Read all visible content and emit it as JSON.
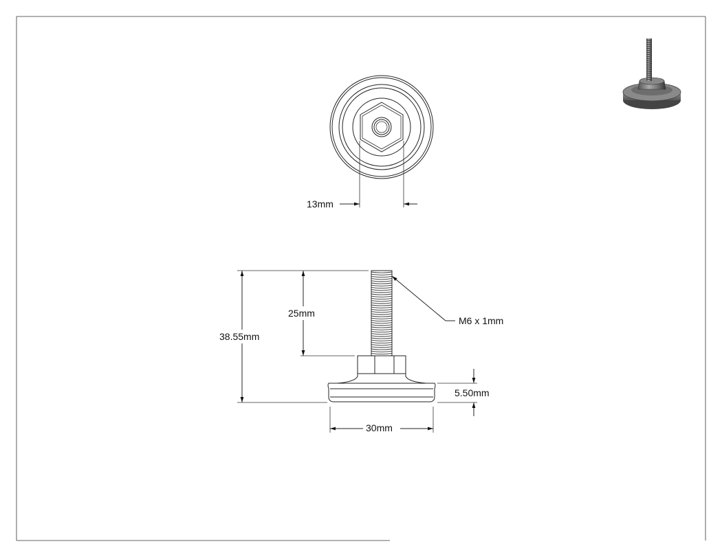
{
  "drawing": {
    "top_view": {
      "hex_width_label": "13mm"
    },
    "front_view": {
      "overall_height_label": "38.55mm",
      "thread_length_label": "25mm",
      "thread_spec_label": "M6 x 1mm",
      "base_height_label": "5.50mm",
      "base_diameter_label": "30mm"
    }
  }
}
